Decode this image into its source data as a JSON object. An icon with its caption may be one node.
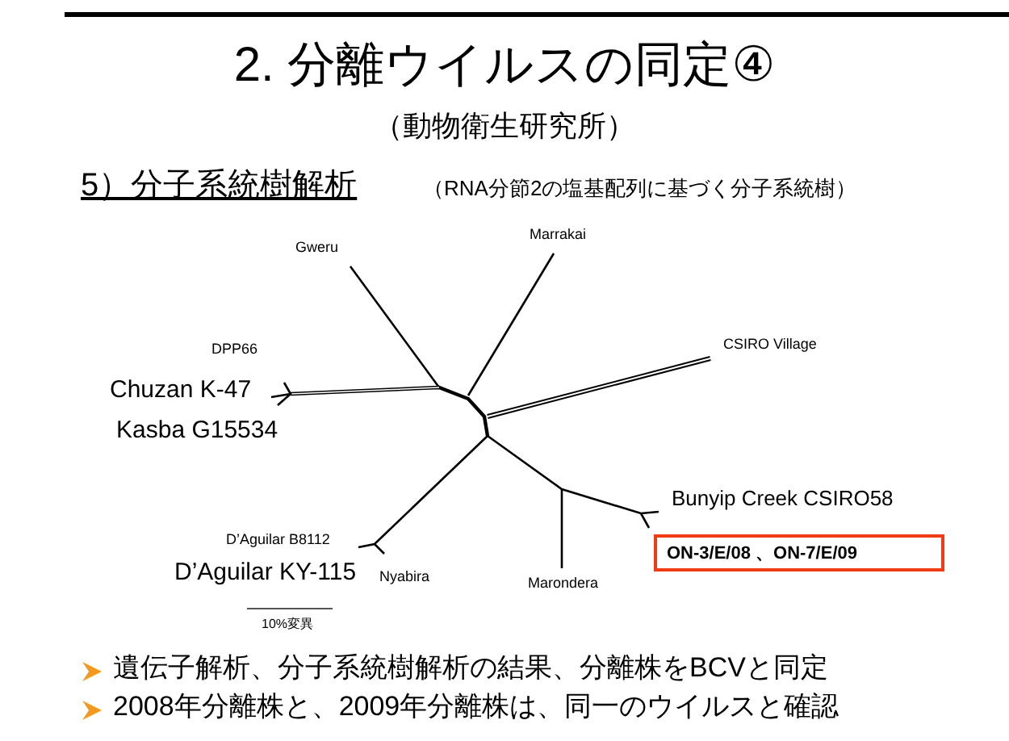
{
  "diagram": {
    "title": "2. 分離ウイルスの同定④",
    "nodes": [
      {
        "text": [
          "ON-3/E/08 、ON-7/E/09"
        ]
      }
    ],
    "edges": [],
    "labels": [
      "（動物衛生研究所）",
      "5）分子系統樹解析",
      "（RNA分節2の塩基配列に基づく分子系統樹）",
      "Gweru",
      "Marrakai",
      "CSIRO Village",
      "DPP66",
      "Chuzan K-47",
      "Kasba G15534",
      "Bunyip Creek CSIRO58",
      "D’Aguilar B8112",
      "D’Aguilar KY-115",
      "Nyabira",
      "Marondera",
      "10%変異",
      "遺伝子解析、分子系統樹解析の結果、分離株をBCVと同定",
      "2008年分離株と、2009年分離株は、同一のウイルスと確認"
    ]
  }
}
